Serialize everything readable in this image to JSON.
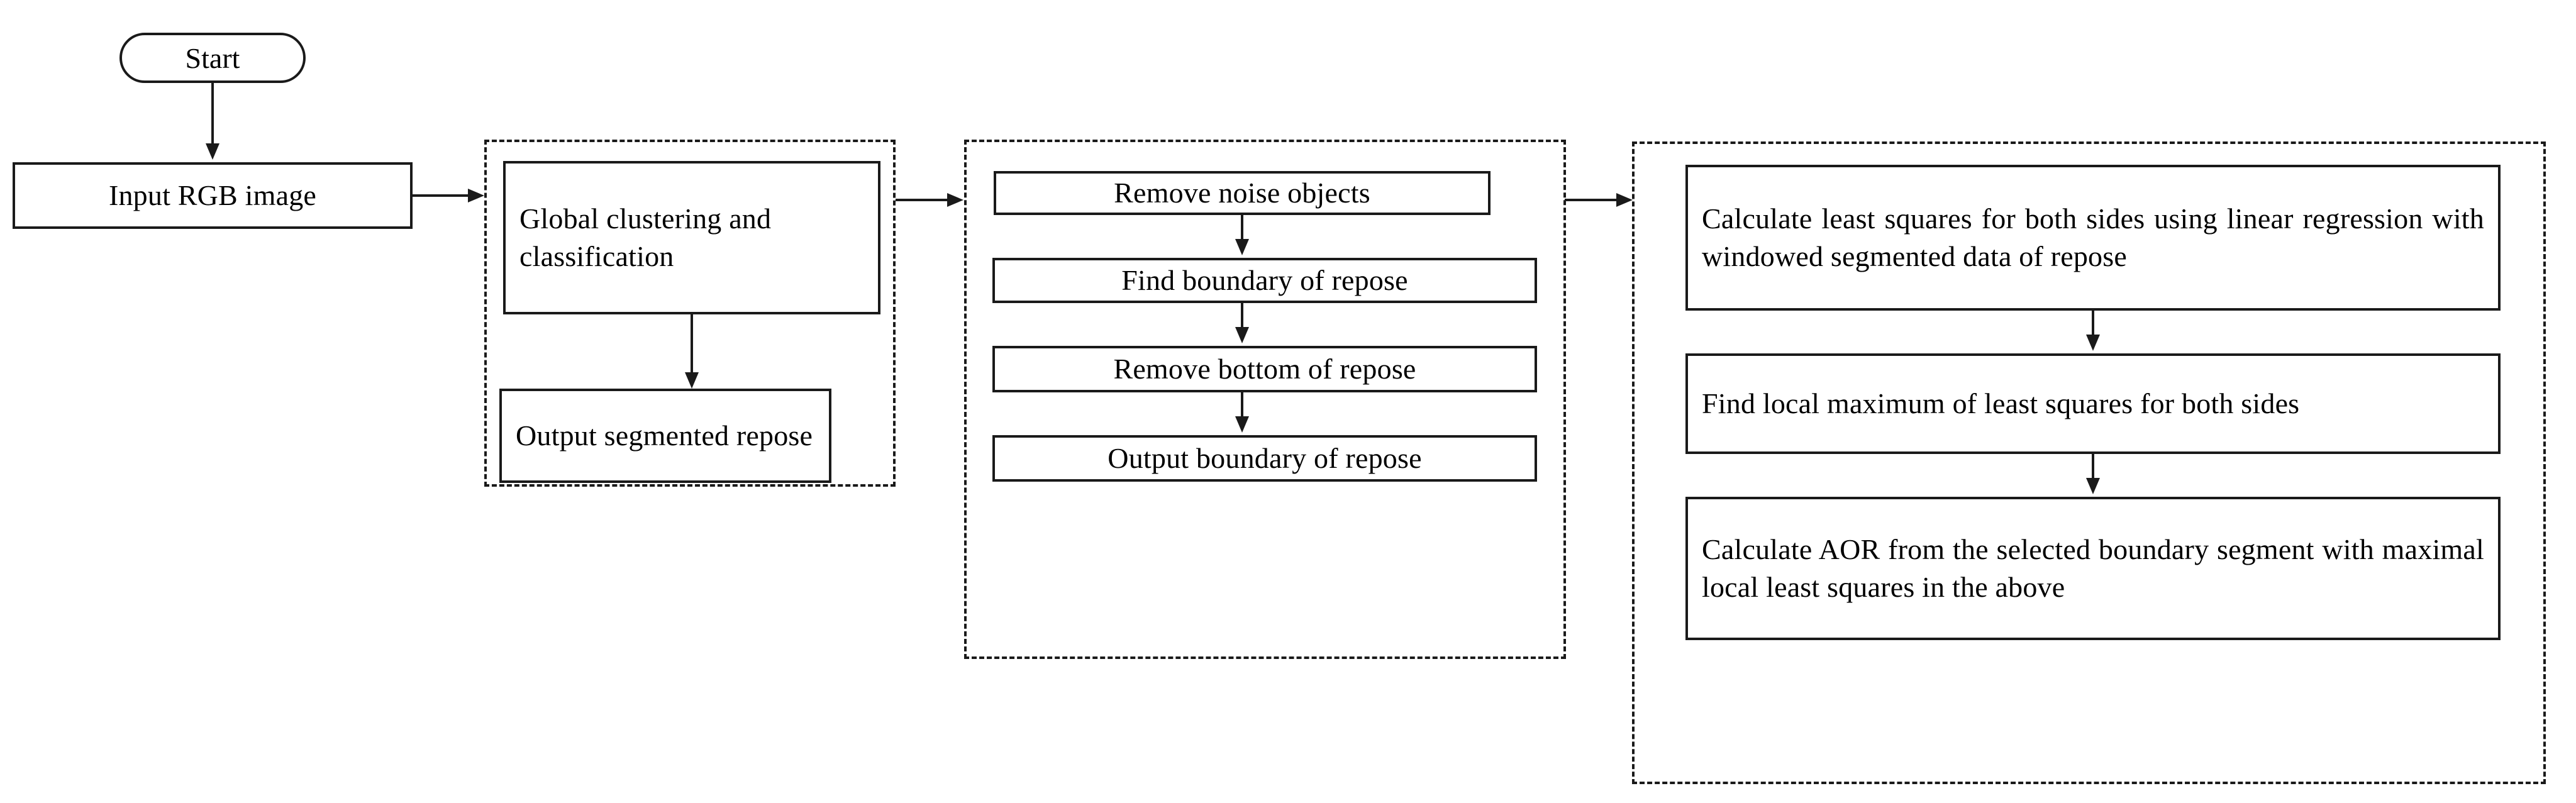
{
  "diagram": {
    "title": "Angle of repose (AOR) image-processing flowchart",
    "colors": {
      "stroke": "#1a1a1a",
      "background": "#ffffff",
      "text": "#000000"
    },
    "start": {
      "label": "Start"
    },
    "input": {
      "label": "Input RGB image"
    },
    "groups": [
      {
        "id": "segmentation-group",
        "nodes": [
          {
            "id": "global-clustering",
            "label": "Global clustering and classification"
          },
          {
            "id": "output-segmented-repose",
            "label": "Output segmented repose"
          }
        ]
      },
      {
        "id": "boundary-group",
        "nodes": [
          {
            "id": "remove-noise-objects",
            "label": "Remove noise objects"
          },
          {
            "id": "find-boundary-of-repose",
            "label": "Find boundary of repose"
          },
          {
            "id": "remove-bottom-of-repose",
            "label": "Remove bottom of repose"
          },
          {
            "id": "output-boundary-of-repose",
            "label": "Output boundary of repose"
          }
        ]
      },
      {
        "id": "aor-group",
        "nodes": [
          {
            "id": "calculate-least-squares",
            "label": "Calculate least squares for both sides using linear regression with windowed segmented data of repose"
          },
          {
            "id": "find-local-maximum",
            "label": "Find local maximum of least squares for both sides"
          },
          {
            "id": "calculate-aor",
            "label": "Calculate AOR from the selected boundary segment with maximal local least squares in the above"
          }
        ]
      }
    ]
  }
}
